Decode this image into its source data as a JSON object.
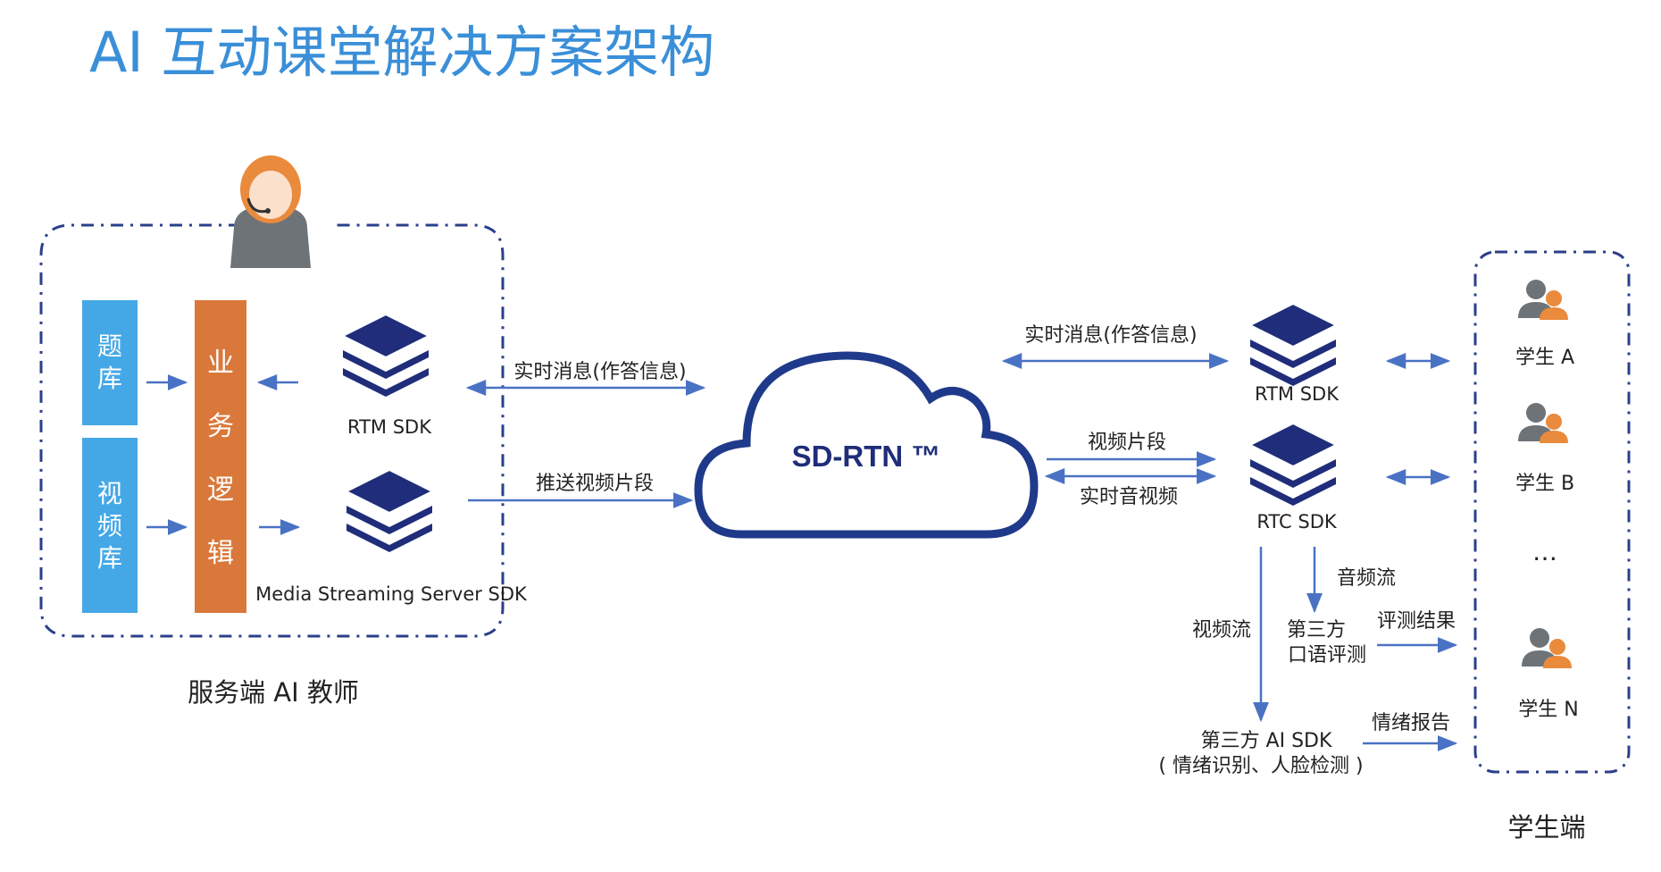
{
  "title": "AI 互动课堂解决方案架构",
  "server": {
    "caption": "服务端 AI 教师",
    "bank1": [
      "题",
      "库"
    ],
    "bank2": [
      "视",
      "频",
      "库"
    ],
    "logic": [
      "业",
      "务",
      "逻",
      "辑"
    ],
    "rtm_sdk": "RTM SDK",
    "mss_sdk": "Media Streaming Server SDK"
  },
  "cloud": {
    "label": "SD-RTN ™"
  },
  "links": {
    "left_msg": "实时消息(作答信息)",
    "left_push": "推送视频片段",
    "right_msg": "实时消息(作答信息)",
    "right_clip": "视频片段",
    "right_av": "实时音视频",
    "audio_stream": "音频流",
    "video_stream": "视频流",
    "eval_result": "评测结果",
    "emotion_report": "情绪报告"
  },
  "client": {
    "rtm_sdk": "RTM SDK",
    "rtc_sdk": "RTC SDK",
    "oral_eval": [
      "第三方",
      "口语评测"
    ],
    "ai_sdk": [
      "第三方 AI SDK",
      "( 情绪识别、人脸检测 )"
    ]
  },
  "students": {
    "items": [
      "学生 A",
      "学生 B",
      "学生 N"
    ],
    "ellipsis": "…",
    "caption": "学生端"
  },
  "colors": {
    "title": "#3a8fd8",
    "arrow": "#4a72c4",
    "navy": "#1f2d7a",
    "dash": "#2b3f8a",
    "blue_box": "#45a8e6",
    "orange_box": "#d9783a",
    "person_gray": "#6e7378",
    "person_orange": "#e98a3c"
  }
}
